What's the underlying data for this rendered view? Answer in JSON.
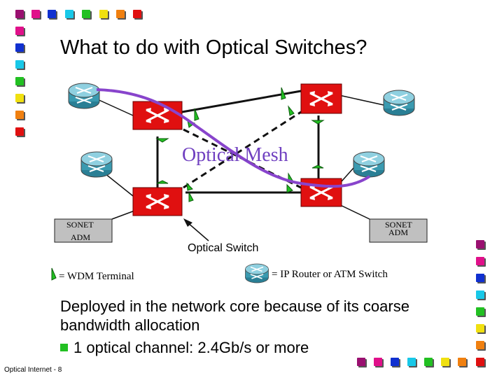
{
  "slide": {
    "title": "What to do with Optical Switches?",
    "mesh_label": "Optical Mesh",
    "sonet_left": {
      "line1": "SONET",
      "line2": "ADM"
    },
    "sonet_right": {
      "line1": "SONET",
      "line2": "ADM"
    },
    "optical_switch_label": "Optical Switch",
    "legend_wdm": "= WDM Terminal",
    "legend_router": "= IP Router or ATM Switch",
    "bullet_main": "Deployed in the network core because of its coarse bandwidth allocation",
    "bullet_sub": "1 optical channel: 2.4Gb/s or more",
    "footer": "Optical Internet - 8"
  },
  "colors": {
    "switch_red": "#e01010",
    "path_purple": "#8844cc",
    "mesh_text": "#7040c0",
    "wdm_green": "#22c022",
    "router_teal": "#3a9ab0",
    "sonet_gray": "#c0c0c0"
  },
  "icons": {
    "optical_switch": "crossed-arrows-icon",
    "router": "router-cylinder-icon",
    "wdm_terminal": "green-wedge-icon"
  },
  "decor_colors": [
    "#e0108a",
    "#e0108a",
    "#1030d0",
    "#18c8e8",
    "#22c022",
    "#f0e010",
    "#f08010",
    "#e01010"
  ]
}
